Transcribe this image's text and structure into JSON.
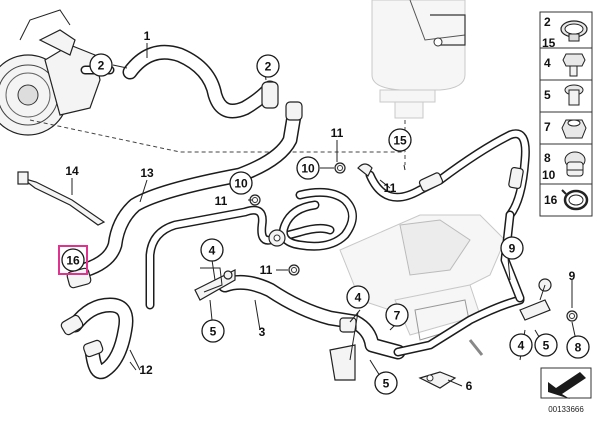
{
  "diagram": {
    "callouts": [
      {
        "id": "c-2a",
        "label": "2"
      },
      {
        "id": "c-2b",
        "label": "2"
      },
      {
        "id": "c-15",
        "label": "15"
      },
      {
        "id": "c-10a",
        "label": "10"
      },
      {
        "id": "c-10b",
        "label": "10"
      },
      {
        "id": "c-16",
        "label": "16"
      },
      {
        "id": "c-4a",
        "label": "4"
      },
      {
        "id": "c-5a",
        "label": "5"
      },
      {
        "id": "c-4b",
        "label": "4"
      },
      {
        "id": "c-5b",
        "label": "5"
      },
      {
        "id": "c-7",
        "label": "7"
      },
      {
        "id": "c-9",
        "label": "9"
      },
      {
        "id": "c-8",
        "label": "8"
      },
      {
        "id": "c-4c",
        "label": "4"
      },
      {
        "id": "c-5c",
        "label": "5"
      }
    ],
    "plain_labels": [
      {
        "id": "p-1",
        "label": "1"
      },
      {
        "id": "p-14",
        "label": "14"
      },
      {
        "id": "p-13",
        "label": "13"
      },
      {
        "id": "p-11a",
        "label": "11"
      },
      {
        "id": "p-11b",
        "label": "11"
      },
      {
        "id": "p-11c",
        "label": "11"
      },
      {
        "id": "p-11d",
        "label": "11"
      },
      {
        "id": "p-3",
        "label": "3"
      },
      {
        "id": "p-12",
        "label": "12"
      },
      {
        "id": "p-6",
        "label": "6"
      },
      {
        "id": "p-9",
        "label": "9"
      }
    ],
    "legend": [
      {
        "label": "2",
        "label2": "15",
        "icon": "hose-clamp-icon"
      },
      {
        "label": "4",
        "icon": "hex-bolt-icon"
      },
      {
        "label": "5",
        "icon": "banjo-bolt-icon"
      },
      {
        "label": "7",
        "icon": "hex-nut-icon"
      },
      {
        "label": "8",
        "label2": "10",
        "icon": "fitting-cap-icon"
      },
      {
        "label": "16",
        "icon": "spring-clamp-icon"
      }
    ],
    "diagram_id": "00133666",
    "highlight_color": "#e0338f"
  }
}
